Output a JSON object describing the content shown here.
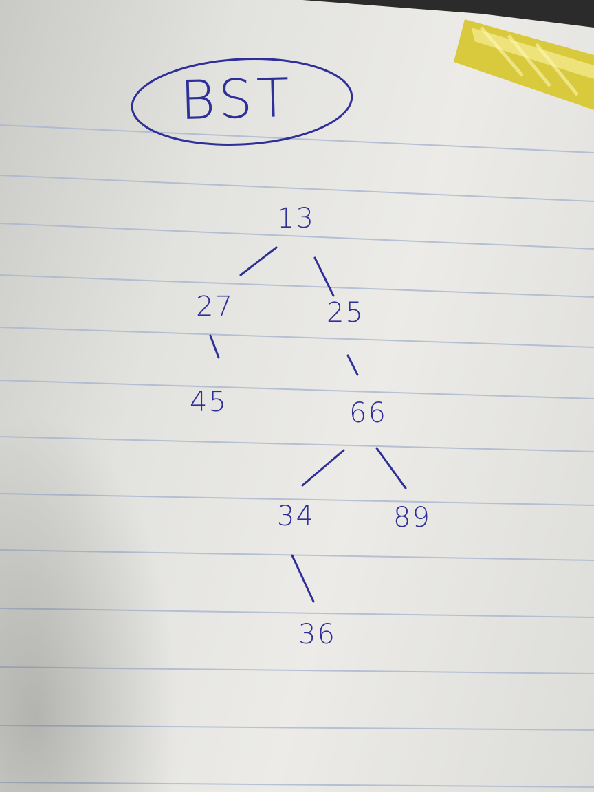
{
  "title": "BST",
  "nodes": {
    "root": "13",
    "left": "27",
    "right": "25",
    "left_child": "45",
    "right_child": "66",
    "rl": "34",
    "rr": "89",
    "rll": "36"
  },
  "colors": {
    "ink": "#2f2f9a",
    "paper": "#e8e8e4",
    "rule_line": "#a9b6cf",
    "pen_body": "#e8d84a"
  },
  "objects": [
    "pen-icon"
  ]
}
